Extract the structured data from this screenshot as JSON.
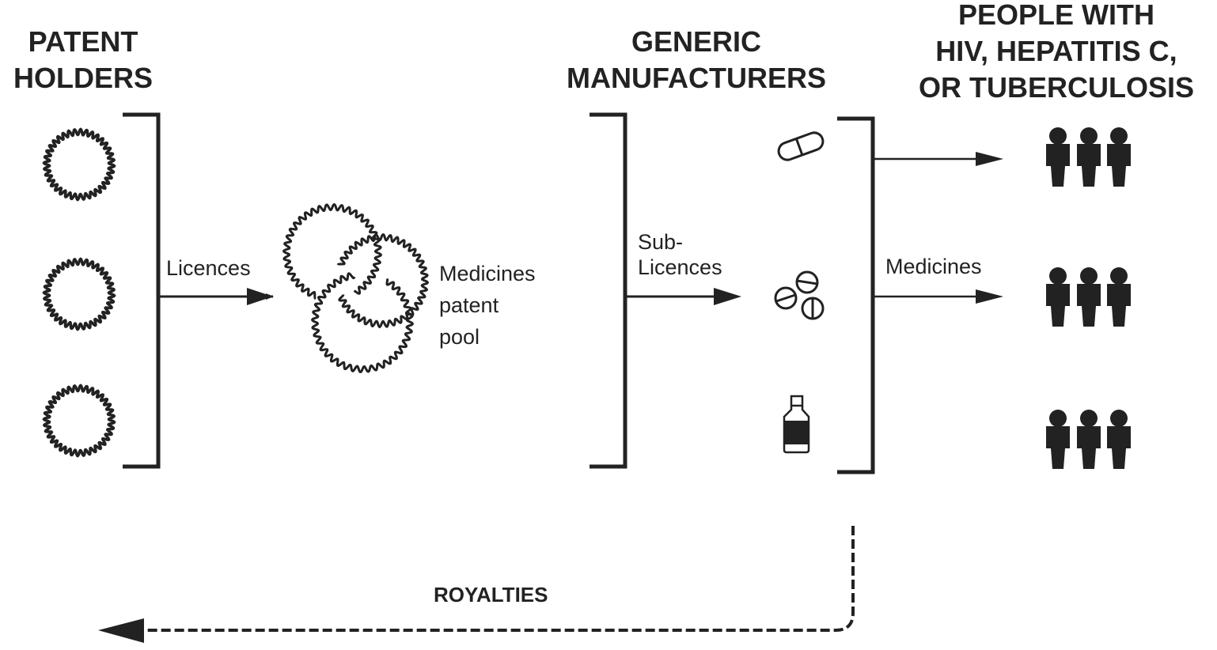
{
  "diagram": {
    "title": "Medicines Patent Pool licensing flow",
    "colors": {
      "ink": "#222222",
      "background": "#ffffff"
    },
    "nodes": {
      "patent_holders": {
        "header_lines": [
          "PATENT",
          "HOLDERS"
        ],
        "count": 3,
        "icon": "wavy-circle-icon"
      },
      "patent_pool": {
        "label_lines": [
          "Medicines",
          "patent",
          "pool"
        ],
        "icon": "interlocked-rings-icon"
      },
      "generic_manufacturers": {
        "header_lines": [
          "GENERIC",
          "MANUFACTURERS"
        ],
        "products": [
          {
            "icon": "capsule-icon"
          },
          {
            "icon": "tablets-icon"
          },
          {
            "icon": "bottle-icon"
          }
        ]
      },
      "people": {
        "header_lines": [
          "PEOPLE WITH",
          "HIV, HEPATITIS C,",
          "OR TUBERCULOSIS"
        ],
        "groups": 3,
        "people_per_group": 3,
        "icon": "person-icon"
      }
    },
    "edges": {
      "licences": {
        "label": "Licences"
      },
      "sub_licences": {
        "label_lines": [
          "Sub-",
          "Licences"
        ]
      },
      "medicines": {
        "label": "Medicines"
      },
      "royalties": {
        "label": "ROYALTIES",
        "style": "dashed"
      }
    }
  }
}
